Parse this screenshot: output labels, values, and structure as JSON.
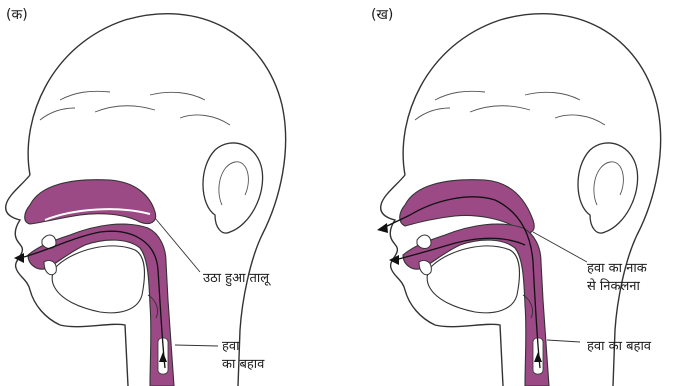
{
  "panels": [
    {
      "tag": "(क)",
      "labels": {
        "palate": "उठा हुआ तालू",
        "airflow_line1": "हवा",
        "airflow_line2": "का बहाव"
      }
    },
    {
      "tag": "(ख)",
      "labels": {
        "nasal_line1": "हवा का नाक",
        "nasal_line2": "से निकलना",
        "airflow": "हवा का बहाव"
      }
    }
  ],
  "colors": {
    "tract_fill": "#9b4a86",
    "outline": "#333333",
    "background": "#ffffff"
  }
}
